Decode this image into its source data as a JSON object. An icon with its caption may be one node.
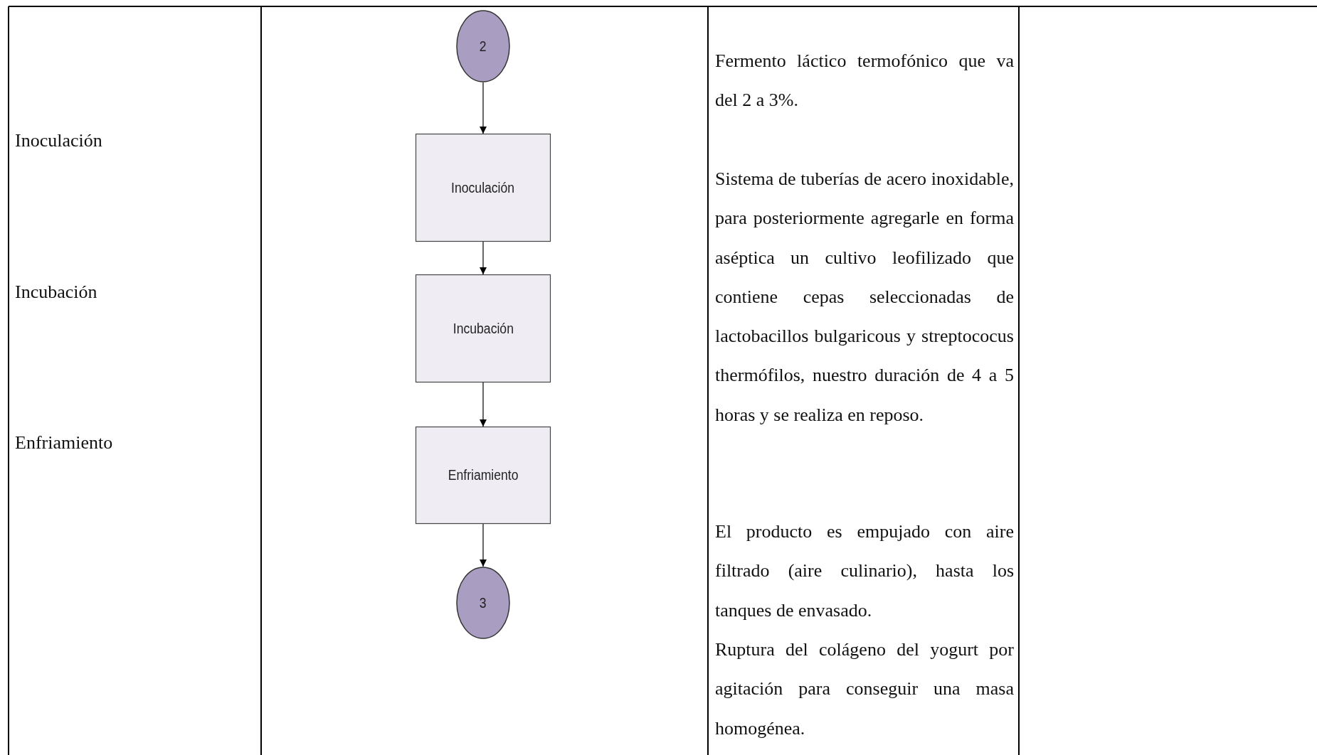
{
  "diagram": {
    "nodes": [
      {
        "text": [
          "2"
        ]
      },
      {
        "text": [
          "Inoculación"
        ]
      },
      {
        "text": [
          "Incubación"
        ]
      },
      {
        "text": [
          "Enfriamiento"
        ]
      },
      {
        "text": [
          "3"
        ]
      }
    ],
    "edges": [
      {
        "from": 0,
        "to": 1,
        "arrow": "to"
      },
      {
        "from": 1,
        "to": 2,
        "arrow": "to"
      },
      {
        "from": 2,
        "to": 3,
        "arrow": "to"
      },
      {
        "from": 3,
        "to": 4,
        "arrow": "to"
      }
    ],
    "labels": [
      "Fermento láctico termofónico que va del 2 a 3%.",
      "Inoculación",
      "Sistema de tuberías de acero inoxidable, para posteriormente agregarle en forma aséptica un cultivo leofilizado que contiene cepas seleccionadas de lactobacillos bulgaricous y streptococus thermófilos, nuestro duración de 4 a 5 horas y se realiza en reposo.",
      "Incubación",
      "Enfriamiento",
      "El producto es empujado con aire filtrado (aire culinario), hasta los tanques de envasado.",
      "Ruptura del colágeno del yogurt por agitación para conseguir una masa homogénea."
    ]
  }
}
